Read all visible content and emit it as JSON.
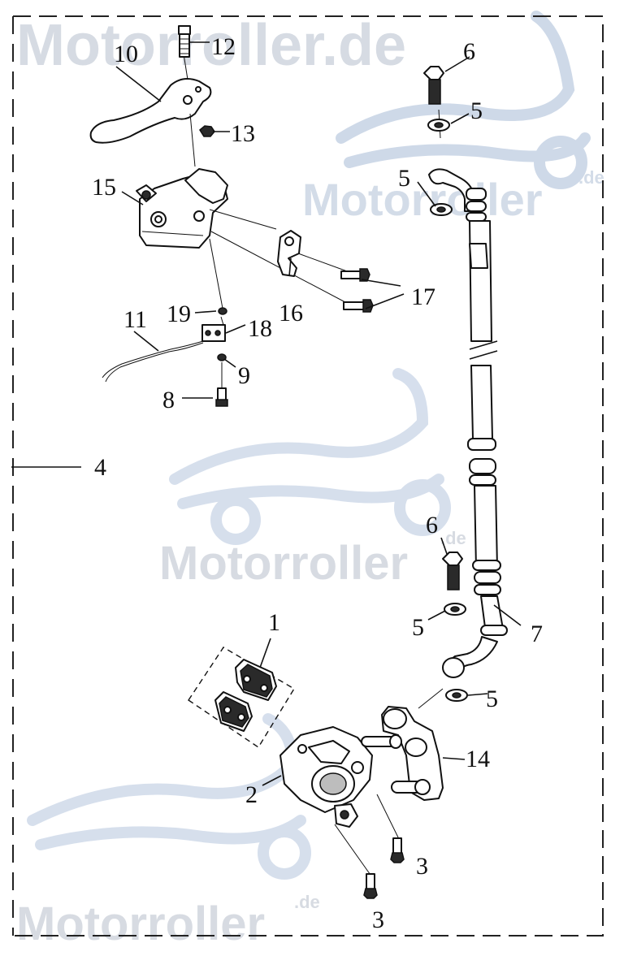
{
  "watermark": {
    "main_text": "Motorroller.de",
    "repeat_text": "Motorroller",
    "suffix": ".de",
    "color": "#c9d5e6"
  },
  "callouts": {
    "n1": "1",
    "n2": "2",
    "n3a": "3",
    "n3b": "3",
    "n4": "4",
    "n5a": "5",
    "n5b": "5",
    "n5c": "5",
    "n5d": "5",
    "n6a": "6",
    "n6b": "6",
    "n7": "7",
    "n8": "8",
    "n9": "9",
    "n10": "10",
    "n11": "11",
    "n12": "12",
    "n13": "13",
    "n14": "14",
    "n15": "15",
    "n16": "16",
    "n17": "17",
    "n18": "18",
    "n19": "19"
  },
  "colors": {
    "line": "#111111",
    "frame": "#222222"
  }
}
